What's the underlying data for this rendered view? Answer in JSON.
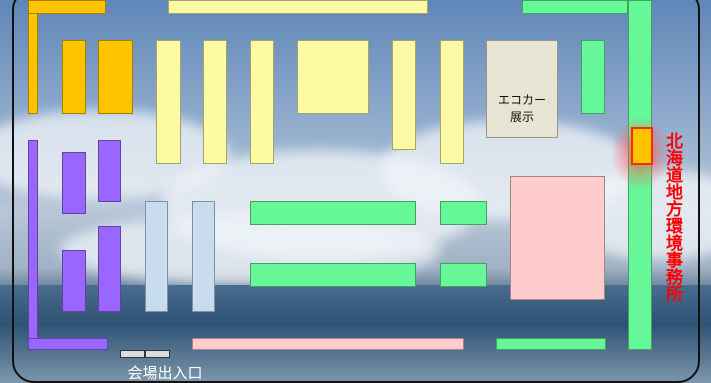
{
  "exhibit": {
    "eco_car_label": "エコカー\n展示"
  },
  "office": {
    "label": "北海道地方環境事務所"
  },
  "entrance": {
    "label": "会場出入口"
  },
  "colors": {
    "yellow_booth": "#fdfaa4",
    "orange_booth": "#ffc400",
    "green_booth": "#66f798",
    "purple_booth": "#9966ff",
    "light_blue_booth": "#c8dcf0",
    "pink_booth": "#ffcccc",
    "eco_car_area": "#e8e4d3",
    "office_highlight": "#ff0000"
  }
}
